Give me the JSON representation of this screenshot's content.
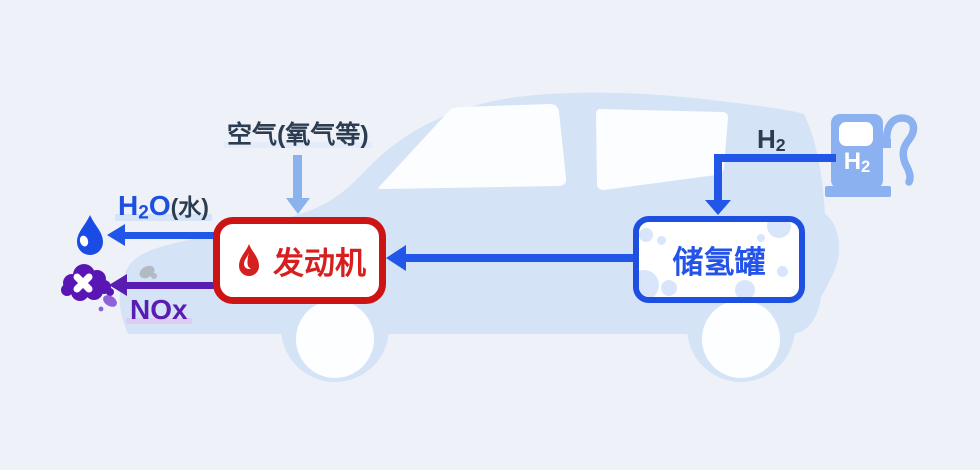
{
  "diagram": {
    "air_label": "空气(氧气等)",
    "h2o": {
      "h": "H",
      "sub": "2",
      "o": "O",
      "suffix": "(水)"
    },
    "nox_label": "NOx",
    "h2_supply": {
      "base": "H",
      "sub": "2"
    },
    "engine_label": "发动机",
    "tank_label": "储氢罐",
    "pump_label": {
      "base": "H",
      "sub": "2"
    }
  },
  "colors": {
    "background": "#eef2f8",
    "car_body": "#d4e3f6",
    "window": "#fcfdff",
    "engine_red": "#d01818",
    "blue": "#1d4fe0",
    "arrow_blue": "#2156e8",
    "navy": "#2c3d52",
    "light_blue_arrow": "#8ab2ec",
    "purple": "#5a1db2",
    "pump_blue": "#8cb1f0",
    "gray_smoke": "#b3bac4",
    "light_purple_smoke": "#8f62d9"
  }
}
